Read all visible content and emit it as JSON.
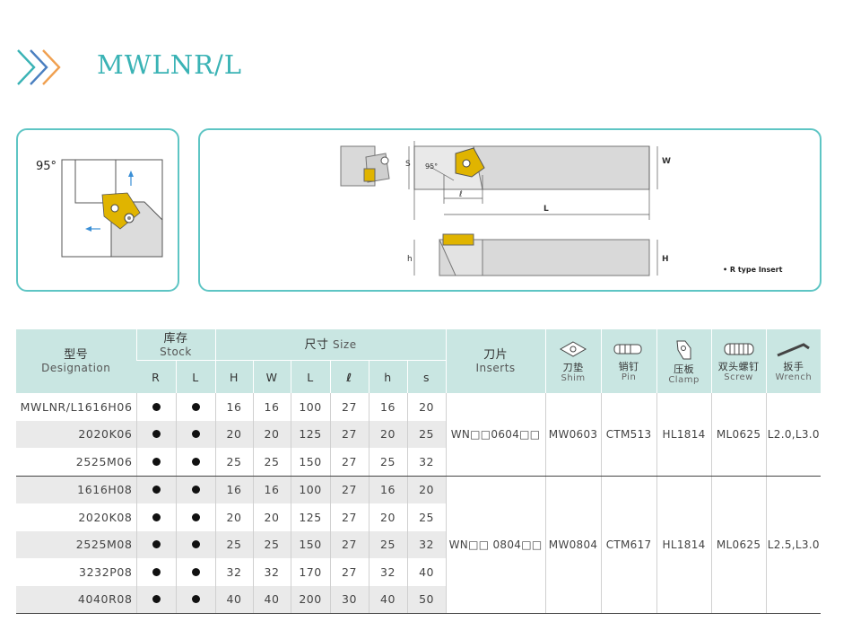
{
  "header": {
    "title": "MWLNR/L"
  },
  "diagram": {
    "angle": "95°",
    "rtype_note": "• R type Insert",
    "dims": {
      "W": "W",
      "s": "S",
      "angle": "95°",
      "l": "ℓ",
      "L": "L",
      "h": "h",
      "H": "H"
    }
  },
  "table": {
    "head": {
      "designation_cn": "型号",
      "designation_en": "Designation",
      "stock_cn": "库存",
      "stock_en": "Stock",
      "R": "R",
      "L": "L",
      "size_cn": "尺寸",
      "size_en": "Size",
      "H": "H",
      "W": "W",
      "Lcol": "L",
      "l": "ℓ",
      "h": "h",
      "s": "s",
      "inserts_cn": "刀片",
      "inserts_en": "Inserts",
      "shim_cn": "刀垫",
      "shim_en": "Shim",
      "pin_cn": "销钉",
      "pin_en": "Pin",
      "clamp_cn": "压板",
      "clamp_en": "Clamp",
      "screw_cn": "双头螺钉",
      "screw_en": "Screw",
      "wrench_cn": "扳手",
      "wrench_en": "Wrench"
    },
    "group1": {
      "rows": [
        {
          "d": "MWLNR/L1616H06",
          "H": "16",
          "W": "16",
          "L": "100",
          "l": "27",
          "h": "16",
          "s": "20"
        },
        {
          "d": "2020K06",
          "H": "20",
          "W": "20",
          "L": "125",
          "l": "27",
          "h": "20",
          "s": "25"
        },
        {
          "d": "2525M06",
          "H": "25",
          "W": "25",
          "L": "150",
          "l": "27",
          "h": "25",
          "s": "32"
        }
      ],
      "insert": "WN□□0604□□",
      "shim": "MW0603",
      "pin": "CTM513",
      "clamp": "HL1814",
      "screw": "ML0625",
      "wrench": "L2.0,L3.0"
    },
    "group2": {
      "rows": [
        {
          "d": "1616H08",
          "H": "16",
          "W": "16",
          "L": "100",
          "l": "27",
          "h": "16",
          "s": "20"
        },
        {
          "d": "2020K08",
          "H": "20",
          "W": "20",
          "L": "125",
          "l": "27",
          "h": "20",
          "s": "25"
        },
        {
          "d": "2525M08",
          "H": "25",
          "W": "25",
          "L": "150",
          "l": "27",
          "h": "25",
          "s": "32"
        },
        {
          "d": "3232P08",
          "H": "32",
          "W": "32",
          "L": "170",
          "l": "27",
          "h": "32",
          "s": "40"
        },
        {
          "d": "4040R08",
          "H": "40",
          "W": "40",
          "L": "200",
          "l": "30",
          "h": "40",
          "s": "50"
        }
      ],
      "insert": "WN□□ 0804□□",
      "shim": "MW0804",
      "pin": "CTM617",
      "clamp": "HL1814",
      "screw": "ML0625",
      "wrench": "L2.5,L3.0"
    }
  }
}
